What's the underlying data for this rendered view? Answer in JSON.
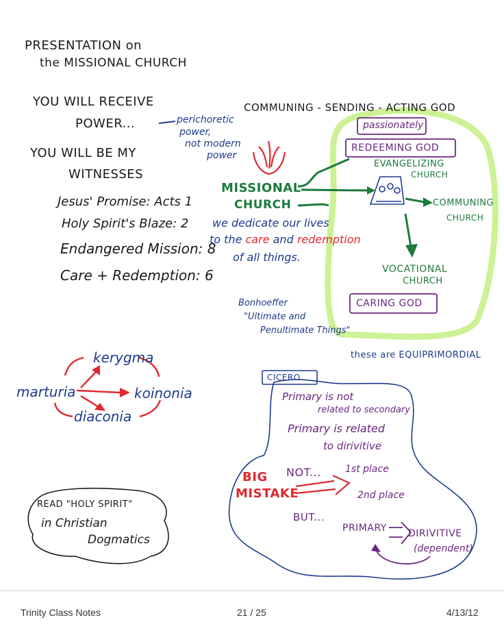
{
  "title": {
    "line1": "PRESENTATION on",
    "line2": "the MISSIONAL CHURCH"
  },
  "left": {
    "receive_1": "YOU WILL RECEIVE",
    "receive_2": "POWER...",
    "witness_1": "YOU WILL BE MY",
    "witness_2": "WITNESSES",
    "outline": [
      "Jesus' Promise: Acts 1",
      "Holy Spirit's Blaze: 2",
      "Endangered Mission: 8",
      "Care + Redemption: 6"
    ]
  },
  "perichoretic": {
    "l1": "perichoretic",
    "l2": "power,",
    "l3": "not modern",
    "l4": "power"
  },
  "center": {
    "heading": "COMMUNING - SENDING - ACTING GOD",
    "missional_1": "MISSIONAL",
    "missional_2": "CHURCH",
    "dedicate_1": "we dedicate our lives",
    "dedicate_2a": "to the",
    "dedicate_care": "care",
    "dedicate_and": "and",
    "dedicate_redemption": "redemption",
    "dedicate_3": "of all things.",
    "bonhoeffer_1": "Bonhoeffer",
    "bonhoeffer_2": "\"Ultimate and",
    "bonhoeffer_3": "Penultimate Things\""
  },
  "right": {
    "passionately": "passionately",
    "redeeming_god": "REDEEMING GOD",
    "evangelizing_1": "EVANGELIZING",
    "evangelizing_2": "CHURCH",
    "communing_1": "COMMUNING",
    "communing_2": "CHURCH",
    "vocational_1": "VOCATIONAL",
    "vocational_2": "CHURCH",
    "caring_god": "CARING GOD",
    "equiprimordial": "these are EQUIPRIMORDIAL"
  },
  "diagram": {
    "kerygma": "kerygma",
    "marturia": "marturia",
    "koinonia": "koinonia",
    "diaconia": "diaconia"
  },
  "read_cloud": {
    "l1": "READ \"HOLY SPIRIT\"",
    "l2": "in Christian",
    "l3": "Dogmatics"
  },
  "cicero": {
    "label": "CICERO",
    "l1": "Primary is not",
    "l2": "related to secondary",
    "l3": "Primary is related",
    "l4": "to dirivitive",
    "big": "BIG",
    "mistake": "MISTAKE",
    "not": "NOT...",
    "first": "1st place",
    "second": "2nd place",
    "but": "BUT...",
    "primary": "PRIMARY",
    "dirivitive": "DIRIVITIVE",
    "dependent": "(dependent)"
  },
  "footer": {
    "left": "Trinity Class Notes",
    "center": "21 / 25",
    "right": "4/13/12"
  },
  "colors": {
    "green": "#1c7a3c",
    "blue": "#1d3b8c",
    "red": "#e0282e",
    "purple": "#6a2680",
    "highlight": "#c8f08a"
  }
}
